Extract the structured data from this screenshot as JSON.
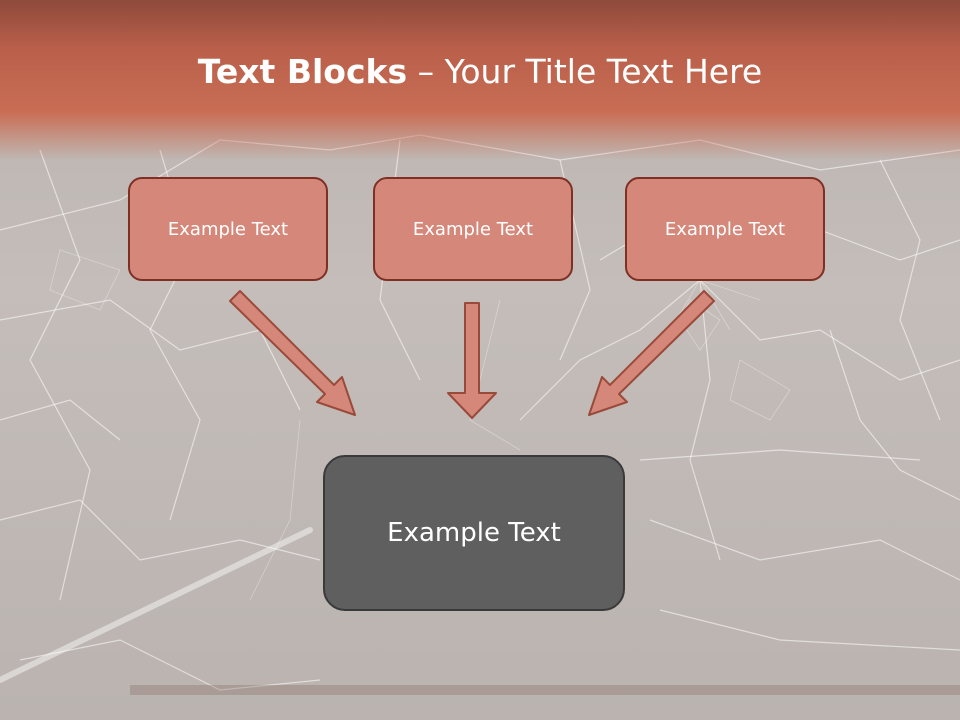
{
  "slide": {
    "title_bold": "Text Blocks",
    "title_rest": " – Your Title Text Here",
    "boxes": [
      {
        "label": "Example Text"
      },
      {
        "label": "Example Text"
      },
      {
        "label": "Example Text"
      }
    ],
    "main_box": {
      "label": "Example Text"
    }
  },
  "colors": {
    "header": "#c96e55",
    "box_fill": "#d5887a",
    "box_border": "#7e3024",
    "main_fill": "#5f5f5f",
    "arrow_fill": "#d5887a"
  }
}
